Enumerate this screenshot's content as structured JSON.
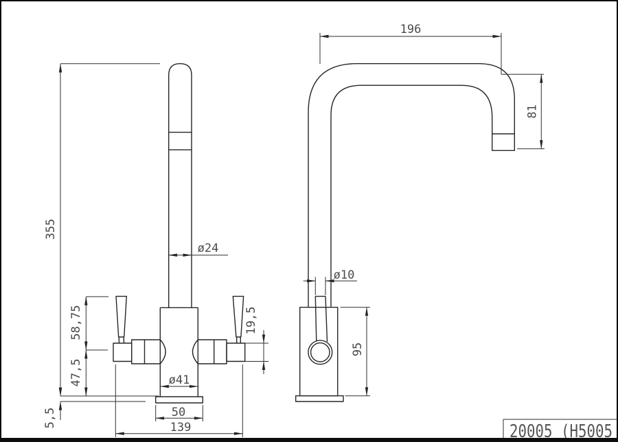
{
  "colors": {
    "background": "#ffffff",
    "line": "#262626",
    "dimension_text": "#4a4a4a",
    "border": "#0d0d0d"
  },
  "title_block": {
    "part_number": "20005 (H5005"
  },
  "front_view": {
    "dimensions": {
      "overall_height": "355",
      "spout_diameter": "ø24",
      "handle_top_to_center": "58,75",
      "center_to_deck": "47,5",
      "handle_hub_height": "19,5",
      "body_diameter": "ø41",
      "base_width": "50",
      "overall_width": "139",
      "deck_plate_thickness": "5,5"
    }
  },
  "side_view": {
    "dimensions": {
      "spout_reach": "196",
      "spout_drop": "81",
      "lever_diameter": "ø10",
      "body_height": "95"
    }
  }
}
